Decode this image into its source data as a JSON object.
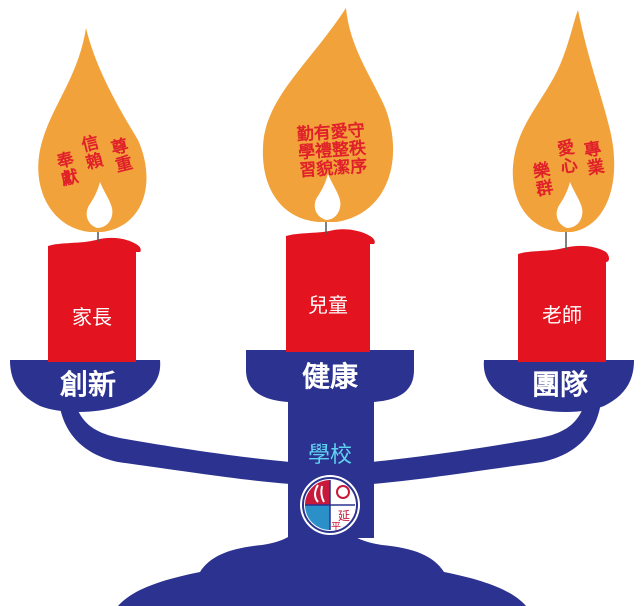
{
  "candles": {
    "left": {
      "label": "家長",
      "flame_lines": [
        "奉",
        "獻",
        "信",
        "賴",
        "尊",
        "重"
      ]
    },
    "center": {
      "label": "兒童",
      "flame_lines": [
        "勤有愛守",
        "學禮整秩",
        "習貌潔序"
      ]
    },
    "right": {
      "label": "老師",
      "flame_lines": [
        "樂",
        "群",
        "愛",
        "心",
        "專",
        "業"
      ]
    }
  },
  "cups": {
    "left": "創新",
    "center": "健康",
    "right": "團隊"
  },
  "stem": {
    "school": "學校",
    "emblem_char_1": "延",
    "emblem_char_2": "平"
  },
  "colors": {
    "flame": "#f2a23a",
    "flame_text": "#e0202a",
    "candle": "#e3141f",
    "base": "#2b3290",
    "school_text": "#5fd3f0"
  }
}
